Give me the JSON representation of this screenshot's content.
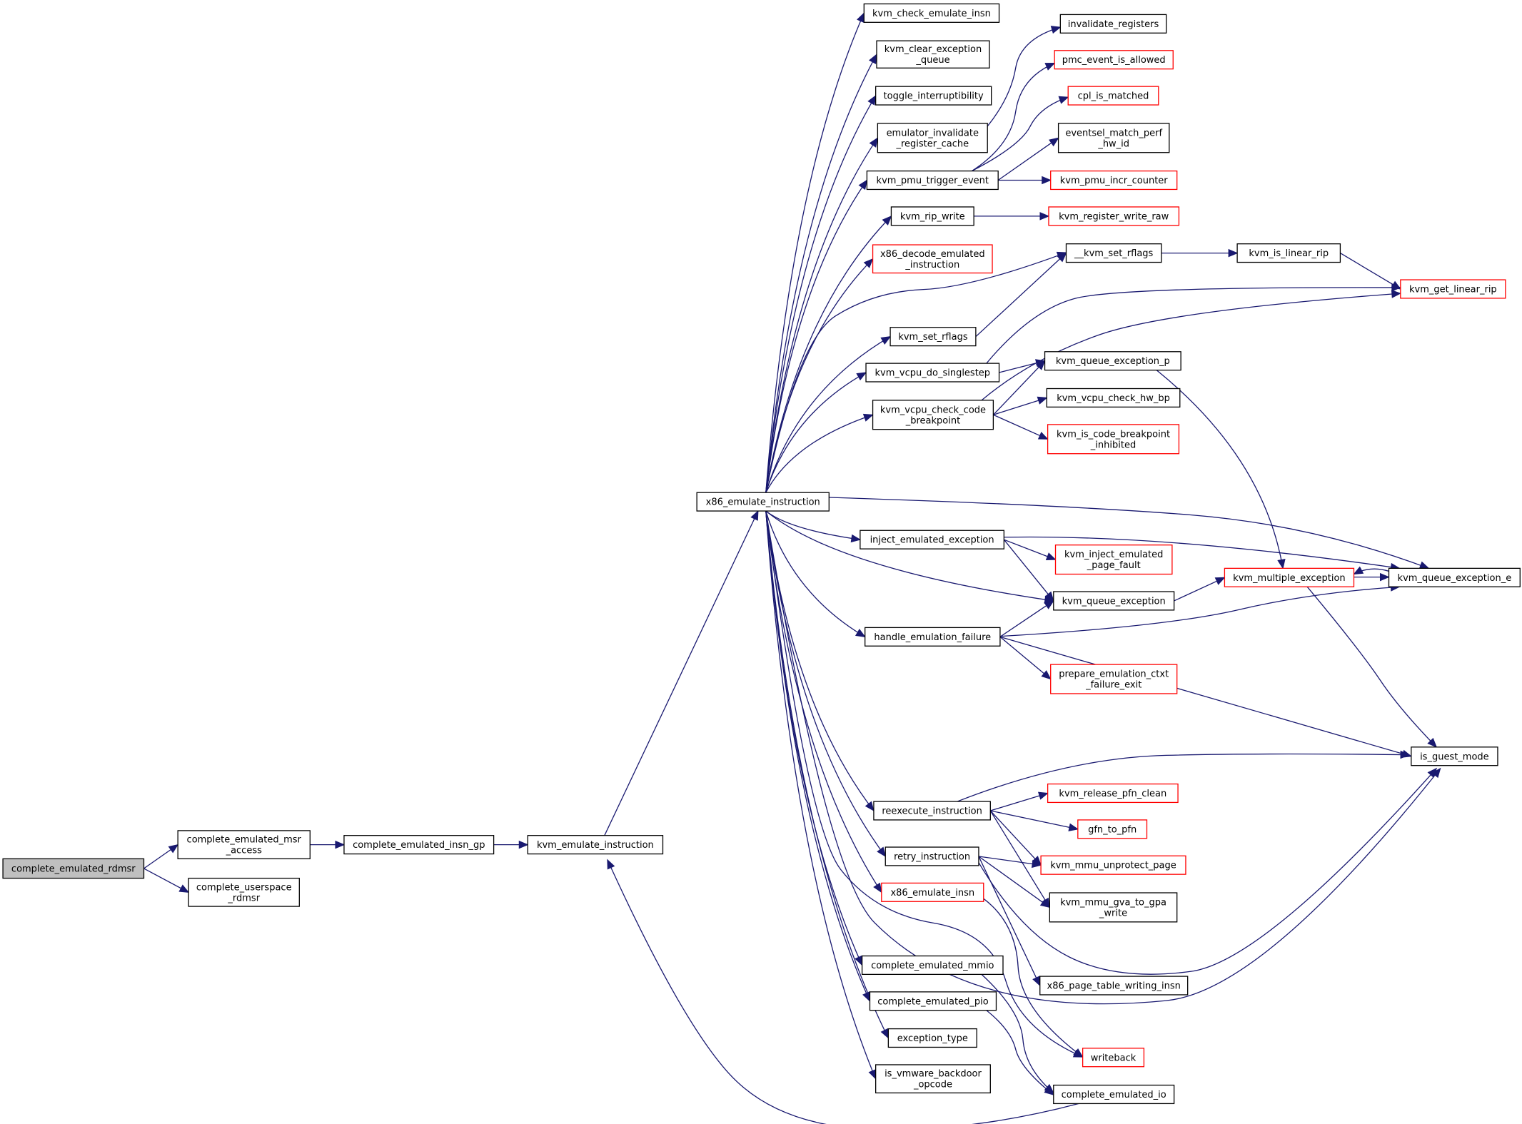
{
  "graph": {
    "nodes": [
      {
        "id": "complete_emulated_rdmsr",
        "lines": [
          "complete_emulated_rdmsr"
        ],
        "red": false,
        "root": true
      },
      {
        "id": "complete_emulated_msr_access",
        "lines": [
          "complete_emulated_msr",
          "_access"
        ],
        "red": false
      },
      {
        "id": "complete_userspace_rdmsr",
        "lines": [
          "complete_userspace",
          "_rdmsr"
        ],
        "red": false
      },
      {
        "id": "complete_emulated_insn_gp",
        "lines": [
          "complete_emulated_insn_gp"
        ],
        "red": false
      },
      {
        "id": "kvm_emulate_instruction",
        "lines": [
          "kvm_emulate_instruction"
        ],
        "red": false
      },
      {
        "id": "x86_emulate_instruction",
        "lines": [
          "x86_emulate_instruction"
        ],
        "red": false
      },
      {
        "id": "kvm_check_emulate_insn",
        "lines": [
          "kvm_check_emulate_insn"
        ],
        "red": false
      },
      {
        "id": "kvm_clear_exception_queue",
        "lines": [
          "kvm_clear_exception",
          "_queue"
        ],
        "red": false
      },
      {
        "id": "toggle_interruptibility",
        "lines": [
          "toggle_interruptibility"
        ],
        "red": false
      },
      {
        "id": "emulator_invalidate_register_cache",
        "lines": [
          "emulator_invalidate",
          "_register_cache"
        ],
        "red": false
      },
      {
        "id": "kvm_pmu_trigger_event",
        "lines": [
          "kvm_pmu_trigger_event"
        ],
        "red": false
      },
      {
        "id": "kvm_rip_write",
        "lines": [
          "kvm_rip_write"
        ],
        "red": false
      },
      {
        "id": "x86_decode_emulated_instruction",
        "lines": [
          "x86_decode_emulated",
          "_instruction"
        ],
        "red": true
      },
      {
        "id": "kvm_set_rflags",
        "lines": [
          "kvm_set_rflags"
        ],
        "red": false
      },
      {
        "id": "kvm_vcpu_do_singlestep",
        "lines": [
          "kvm_vcpu_do_singlestep"
        ],
        "red": false
      },
      {
        "id": "kvm_vcpu_check_code_breakpoint",
        "lines": [
          "kvm_vcpu_check_code",
          "_breakpoint"
        ],
        "red": false
      },
      {
        "id": "inject_emulated_exception",
        "lines": [
          "inject_emulated_exception"
        ],
        "red": false
      },
      {
        "id": "handle_emulation_failure",
        "lines": [
          "handle_emulation_failure"
        ],
        "red": false
      },
      {
        "id": "reexecute_instruction",
        "lines": [
          "reexecute_instruction"
        ],
        "red": false
      },
      {
        "id": "retry_instruction",
        "lines": [
          "retry_instruction"
        ],
        "red": false
      },
      {
        "id": "x86_emulate_insn",
        "lines": [
          "x86_emulate_insn"
        ],
        "red": true
      },
      {
        "id": "complete_emulated_mmio",
        "lines": [
          "complete_emulated_mmio"
        ],
        "red": false
      },
      {
        "id": "complete_emulated_pio",
        "lines": [
          "complete_emulated_pio"
        ],
        "red": false
      },
      {
        "id": "exception_type",
        "lines": [
          "exception_type"
        ],
        "red": false
      },
      {
        "id": "is_vmware_backdoor_opcode",
        "lines": [
          "is_vmware_backdoor",
          "_opcode"
        ],
        "red": false
      },
      {
        "id": "invalidate_registers",
        "lines": [
          "invalidate_registers"
        ],
        "red": false
      },
      {
        "id": "pmc_event_is_allowed",
        "lines": [
          "pmc_event_is_allowed"
        ],
        "red": true
      },
      {
        "id": "cpl_is_matched",
        "lines": [
          "cpl_is_matched"
        ],
        "red": true
      },
      {
        "id": "eventsel_match_perf_hw_id",
        "lines": [
          "eventsel_match_perf",
          "_hw_id"
        ],
        "red": false
      },
      {
        "id": "kvm_pmu_incr_counter",
        "lines": [
          "kvm_pmu_incr_counter"
        ],
        "red": true
      },
      {
        "id": "kvm_register_write_raw",
        "lines": [
          "kvm_register_write_raw"
        ],
        "red": true
      },
      {
        "id": "__kvm_set_rflags",
        "lines": [
          "__kvm_set_rflags"
        ],
        "red": false
      },
      {
        "id": "kvm_is_linear_rip",
        "lines": [
          "kvm_is_linear_rip"
        ],
        "red": false
      },
      {
        "id": "kvm_get_linear_rip",
        "lines": [
          "kvm_get_linear_rip"
        ],
        "red": true
      },
      {
        "id": "kvm_queue_exception_p",
        "lines": [
          "kvm_queue_exception_p"
        ],
        "red": false
      },
      {
        "id": "kvm_vcpu_check_hw_bp",
        "lines": [
          "kvm_vcpu_check_hw_bp"
        ],
        "red": false
      },
      {
        "id": "kvm_is_code_breakpoint_inhibited",
        "lines": [
          "kvm_is_code_breakpoint",
          "_inhibited"
        ],
        "red": true
      },
      {
        "id": "kvm_inject_emulated_page_fault",
        "lines": [
          "kvm_inject_emulated",
          "_page_fault"
        ],
        "red": true
      },
      {
        "id": "kvm_queue_exception",
        "lines": [
          "kvm_queue_exception"
        ],
        "red": false
      },
      {
        "id": "kvm_multiple_exception",
        "lines": [
          "kvm_multiple_exception"
        ],
        "red": true
      },
      {
        "id": "kvm_queue_exception_e",
        "lines": [
          "kvm_queue_exception_e"
        ],
        "red": false
      },
      {
        "id": "prepare_emulation_ctxt_failure_exit",
        "lines": [
          "prepare_emulation_ctxt",
          "_failure_exit"
        ],
        "red": true
      },
      {
        "id": "is_guest_mode",
        "lines": [
          "is_guest_mode"
        ],
        "red": false
      },
      {
        "id": "kvm_release_pfn_clean",
        "lines": [
          "kvm_release_pfn_clean"
        ],
        "red": true
      },
      {
        "id": "gfn_to_pfn",
        "lines": [
          "gfn_to_pfn"
        ],
        "red": true
      },
      {
        "id": "kvm_mmu_unprotect_page",
        "lines": [
          "kvm_mmu_unprotect_page"
        ],
        "red": true
      },
      {
        "id": "kvm_mmu_gva_to_gpa_write",
        "lines": [
          "kvm_mmu_gva_to_gpa",
          "_write"
        ],
        "red": false
      },
      {
        "id": "x86_page_table_writing_insn",
        "lines": [
          "x86_page_table_writing_insn"
        ],
        "red": false
      },
      {
        "id": "writeback",
        "lines": [
          "writeback"
        ],
        "red": true
      },
      {
        "id": "complete_emulated_io",
        "lines": [
          "complete_emulated_io"
        ],
        "red": false
      }
    ],
    "edges": [
      [
        "complete_emulated_rdmsr",
        "complete_emulated_msr_access"
      ],
      [
        "complete_emulated_rdmsr",
        "complete_userspace_rdmsr"
      ],
      [
        "complete_emulated_msr_access",
        "complete_emulated_insn_gp"
      ],
      [
        "complete_emulated_insn_gp",
        "kvm_emulate_instruction"
      ],
      [
        "kvm_emulate_instruction",
        "x86_emulate_instruction"
      ],
      [
        "x86_emulate_instruction",
        "kvm_check_emulate_insn"
      ],
      [
        "x86_emulate_instruction",
        "kvm_clear_exception_queue"
      ],
      [
        "x86_emulate_instruction",
        "toggle_interruptibility"
      ],
      [
        "x86_emulate_instruction",
        "emulator_invalidate_register_cache"
      ],
      [
        "x86_emulate_instruction",
        "kvm_pmu_trigger_event"
      ],
      [
        "x86_emulate_instruction",
        "kvm_rip_write"
      ],
      [
        "x86_emulate_instruction",
        "x86_decode_emulated_instruction"
      ],
      [
        "x86_emulate_instruction",
        "__kvm_set_rflags"
      ],
      [
        "x86_emulate_instruction",
        "kvm_set_rflags"
      ],
      [
        "x86_emulate_instruction",
        "kvm_vcpu_do_singlestep"
      ],
      [
        "x86_emulate_instruction",
        "kvm_vcpu_check_code_breakpoint"
      ],
      [
        "x86_emulate_instruction",
        "kvm_queue_exception_e"
      ],
      [
        "x86_emulate_instruction",
        "inject_emulated_exception"
      ],
      [
        "x86_emulate_instruction",
        "kvm_queue_exception"
      ],
      [
        "x86_emulate_instruction",
        "handle_emulation_failure"
      ],
      [
        "x86_emulate_instruction",
        "reexecute_instruction"
      ],
      [
        "x86_emulate_instruction",
        "retry_instruction"
      ],
      [
        "x86_emulate_instruction",
        "x86_emulate_insn"
      ],
      [
        "x86_emulate_instruction",
        "writeback"
      ],
      [
        "x86_emulate_instruction",
        "is_guest_mode"
      ],
      [
        "x86_emulate_instruction",
        "complete_emulated_mmio"
      ],
      [
        "x86_emulate_instruction",
        "complete_emulated_pio"
      ],
      [
        "x86_emulate_instruction",
        "exception_type"
      ],
      [
        "x86_emulate_instruction",
        "is_vmware_backdoor_opcode"
      ],
      [
        "emulator_invalidate_register_cache",
        "invalidate_registers"
      ],
      [
        "kvm_pmu_trigger_event",
        "pmc_event_is_allowed"
      ],
      [
        "kvm_pmu_trigger_event",
        "cpl_is_matched"
      ],
      [
        "kvm_pmu_trigger_event",
        "eventsel_match_perf_hw_id"
      ],
      [
        "kvm_pmu_trigger_event",
        "kvm_pmu_incr_counter"
      ],
      [
        "kvm_rip_write",
        "kvm_register_write_raw"
      ],
      [
        "kvm_set_rflags",
        "__kvm_set_rflags"
      ],
      [
        "__kvm_set_rflags",
        "kvm_is_linear_rip"
      ],
      [
        "kvm_is_linear_rip",
        "kvm_get_linear_rip"
      ],
      [
        "kvm_vcpu_do_singlestep",
        "kvm_get_linear_rip"
      ],
      [
        "kvm_vcpu_do_singlestep",
        "kvm_queue_exception_p"
      ],
      [
        "kvm_vcpu_check_code_breakpoint",
        "kvm_get_linear_rip"
      ],
      [
        "kvm_vcpu_check_code_breakpoint",
        "kvm_queue_exception_p"
      ],
      [
        "kvm_vcpu_check_code_breakpoint",
        "kvm_vcpu_check_hw_bp"
      ],
      [
        "kvm_vcpu_check_code_breakpoint",
        "kvm_is_code_breakpoint_inhibited"
      ],
      [
        "kvm_queue_exception_p",
        "kvm_multiple_exception"
      ],
      [
        "inject_emulated_exception",
        "kvm_queue_exception_e"
      ],
      [
        "inject_emulated_exception",
        "kvm_inject_emulated_page_fault"
      ],
      [
        "inject_emulated_exception",
        "kvm_queue_exception"
      ],
      [
        "kvm_queue_exception",
        "kvm_multiple_exception"
      ],
      [
        "kvm_multiple_exception",
        "kvm_queue_exception_e"
      ],
      [
        "kvm_queue_exception_e",
        "kvm_multiple_exception"
      ],
      [
        "kvm_multiple_exception",
        "is_guest_mode"
      ],
      [
        "handle_emulation_failure",
        "kvm_queue_exception"
      ],
      [
        "handle_emulation_failure",
        "kvm_queue_exception_e"
      ],
      [
        "handle_emulation_failure",
        "prepare_emulation_ctxt_failure_exit"
      ],
      [
        "handle_emulation_failure",
        "is_guest_mode"
      ],
      [
        "reexecute_instruction",
        "is_guest_mode"
      ],
      [
        "reexecute_instruction",
        "kvm_release_pfn_clean"
      ],
      [
        "reexecute_instruction",
        "gfn_to_pfn"
      ],
      [
        "reexecute_instruction",
        "kvm_mmu_unprotect_page"
      ],
      [
        "reexecute_instruction",
        "kvm_mmu_gva_to_gpa_write"
      ],
      [
        "retry_instruction",
        "kvm_mmu_unprotect_page"
      ],
      [
        "retry_instruction",
        "kvm_mmu_gva_to_gpa_write"
      ],
      [
        "retry_instruction",
        "x86_page_table_writing_insn"
      ],
      [
        "retry_instruction",
        "is_guest_mode"
      ],
      [
        "x86_emulate_insn",
        "writeback"
      ],
      [
        "complete_emulated_mmio",
        "complete_emulated_io"
      ],
      [
        "complete_emulated_pio",
        "complete_emulated_io"
      ],
      [
        "complete_emulated_io",
        "kvm_emulate_instruction"
      ]
    ]
  }
}
